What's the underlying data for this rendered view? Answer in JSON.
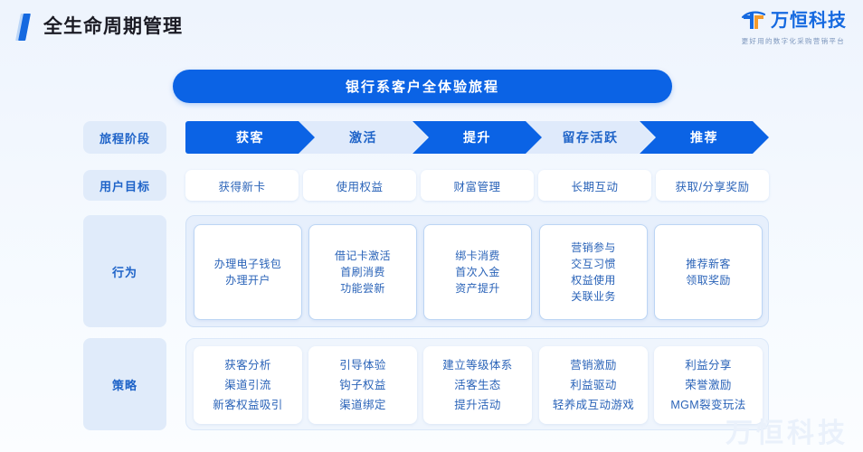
{
  "header": {
    "title": "全生命周期管理",
    "accent_color": "#1569e0",
    "logo": {
      "name": "万恒科技",
      "tagline": "更好用的数字化采购营销平台",
      "mark_icon": "wanheng-h-logo-icon"
    }
  },
  "banner": {
    "text": "银行系客户全体验旅程",
    "background": "#0b63e5"
  },
  "rows": {
    "stage_label": "旅程阶段",
    "goal_label": "用户目标",
    "behavior_label": "行为",
    "strategy_label": "策略"
  },
  "stages": [
    {
      "label": "获客",
      "style": "dark"
    },
    {
      "label": "激活",
      "style": "light"
    },
    {
      "label": "提升",
      "style": "dark"
    },
    {
      "label": "留存活跃",
      "style": "light"
    },
    {
      "label": "推荐",
      "style": "dark"
    }
  ],
  "goals": [
    "获得新卡",
    "使用权益",
    "财富管理",
    "长期互动",
    "获取/分享奖励"
  ],
  "behaviors": [
    [
      "办理电子钱包",
      "办理开户"
    ],
    [
      "借记卡激活",
      "首刷消费",
      "功能尝新"
    ],
    [
      "绑卡消费",
      "首次入金",
      "资产提升"
    ],
    [
      "营销参与",
      "交互习惯",
      "权益使用",
      "关联业务"
    ],
    [
      "推荐新客",
      "领取奖励"
    ]
  ],
  "strategies": [
    [
      "获客分析",
      "渠道引流",
      "新客权益吸引"
    ],
    [
      "引导体验",
      "钩子权益",
      "渠道绑定"
    ],
    [
      "建立等级体系",
      "活客生态",
      "提升活动"
    ],
    [
      "营销激励",
      "利益驱动",
      "轻养成互动游戏"
    ],
    [
      "利益分享",
      "荣誉激励",
      "MGM裂变玩法"
    ]
  ],
  "watermark": "万恒科技"
}
